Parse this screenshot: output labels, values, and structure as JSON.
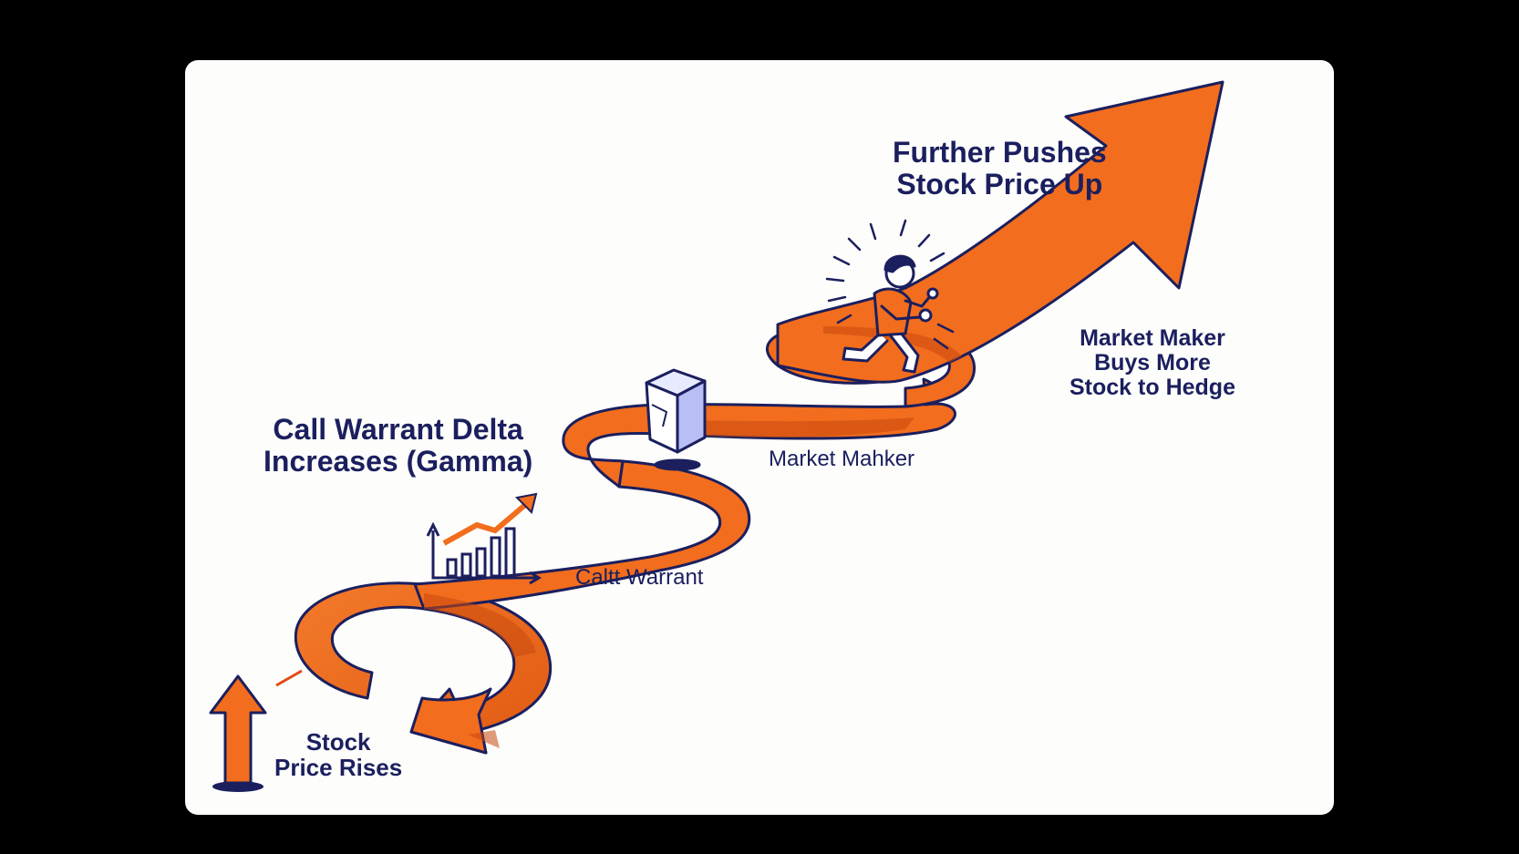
{
  "labels": {
    "further_pushes": [
      "Further Pushes",
      "Stock Price Up"
    ],
    "buys_more": [
      "Market Maker",
      "Buys More",
      "Stock to Hedge"
    ],
    "delta_increases": [
      "Call Warrant Delta",
      "Increases (Gamma)"
    ],
    "market_maker": "Market Mahker",
    "call_warrant": "Caltt Warrant",
    "stock_rises": [
      "Stock",
      "Price Rises"
    ]
  },
  "colors": {
    "ribbon": "#f26d1d",
    "ribbon_shade": "#c9480e",
    "outline": "#1b1f5e",
    "text": "#1b1f5e",
    "card": "#fdfdfb",
    "background": "#000000"
  },
  "icons": [
    "up-arrow-icon",
    "bar-chart-icon",
    "cube-icon",
    "running-person-icon"
  ]
}
